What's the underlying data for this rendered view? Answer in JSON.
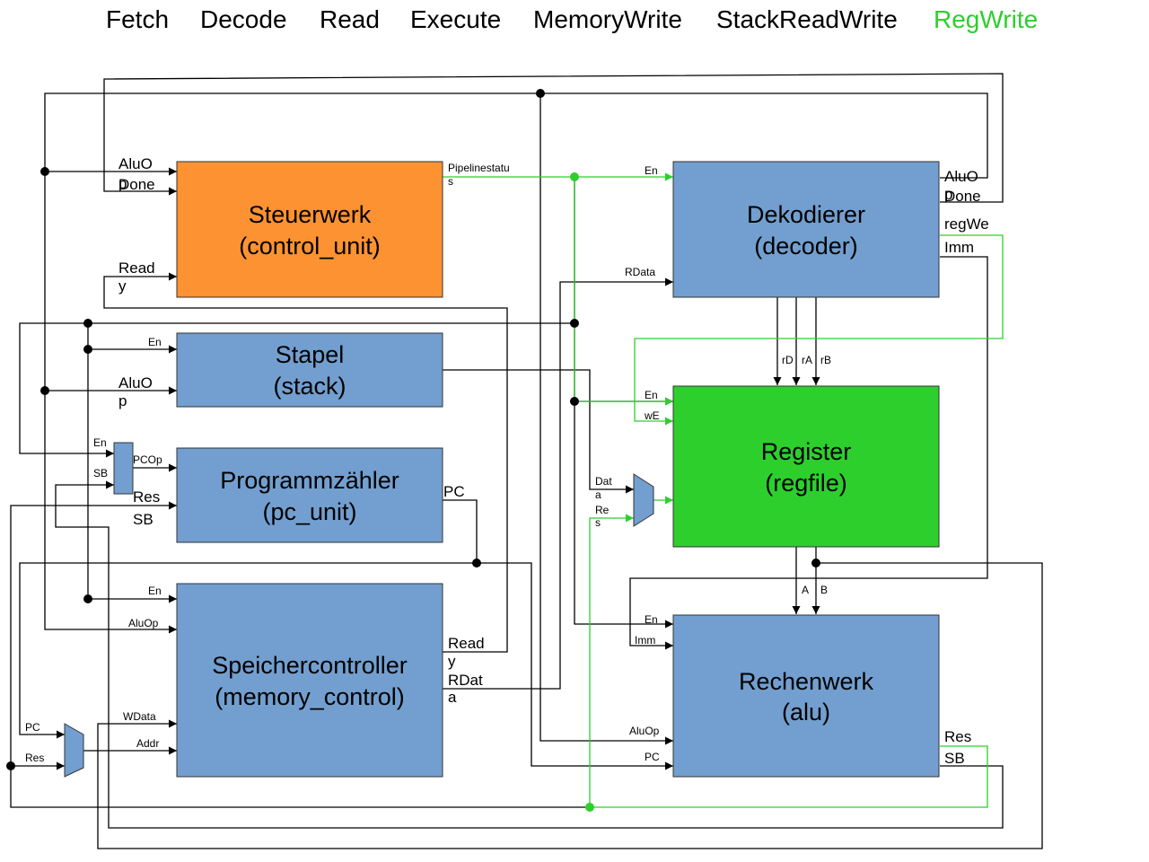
{
  "pipeline": {
    "stages": [
      "Fetch",
      "Decode",
      "Read",
      "Execute",
      "MemoryWrite",
      "StackReadWrite",
      "RegWrite"
    ],
    "active_stage": "RegWrite"
  },
  "colors": {
    "control_unit": "#fd9232",
    "unit": "#729fcf",
    "active_unit": "#2dcf2d",
    "active_wire": "#2dcf2d",
    "wire": "#000000"
  },
  "blocks": {
    "control_unit": {
      "title1": "Steuerwerk",
      "title2": "(control_unit)"
    },
    "stack": {
      "title1": "Stapel",
      "title2": "(stack)"
    },
    "pc_unit": {
      "title1": "Programmzähler",
      "title2": "(pc_unit)"
    },
    "memory_control": {
      "title1": "Speichercontroller",
      "title2": "(memory_control)"
    },
    "decoder": {
      "title1": "Dekodierer",
      "title2": "(decoder)"
    },
    "regfile": {
      "title1": "Register",
      "title2": "(regfile)"
    },
    "alu": {
      "title1": "Rechenwerk",
      "title2": "(alu)"
    }
  },
  "pins": {
    "cu_aluop_1": "AluO",
    "cu_aluop_2": "p",
    "cu_done": "Done",
    "cu_ready_1": "Read",
    "cu_ready_2": "y",
    "cu_pipeline_1": "Pipelinestatu",
    "cu_pipeline_2": "s",
    "stack_en": "En",
    "stack_aluop_1": "AluO",
    "stack_aluop_2": "p",
    "pcmux_en": "En",
    "pcmux_sb": "SB",
    "pcmux_pcop": "PCOp",
    "pc_res": "Res",
    "pc_sb": "SB",
    "pc_out": "PC",
    "mem_en": "En",
    "mem_aluop": "AluOp",
    "mem_wdata": "WData",
    "mem_addr": "Addr",
    "mem_ready_1": "Read",
    "mem_ready_2": "y",
    "mem_rdata_1": "RDat",
    "mem_rdata_2": "a",
    "addrmux_pc": "PC",
    "addrmux_res": "Res",
    "dec_en": "En",
    "dec_rdata": "RData",
    "dec_aluop_1": "AluO",
    "dec_aluop_2": "p",
    "dec_done": "Done",
    "dec_regwe": "regWe",
    "dec_imm": "Imm",
    "dec_rd": "rD",
    "dec_ra": "rA",
    "dec_rb": "rB",
    "reg_en": "En",
    "reg_we": "wE",
    "regmux_data_1": "Dat",
    "regmux_data_2": "a",
    "regmux_res_1": "Re",
    "regmux_res_2": "s",
    "reg_a": "A",
    "reg_b": "B",
    "alu_en": "En",
    "alu_imm": "Imm",
    "alu_aluop": "AluOp",
    "alu_pc": "PC",
    "alu_res": "Res",
    "alu_sb": "SB"
  }
}
